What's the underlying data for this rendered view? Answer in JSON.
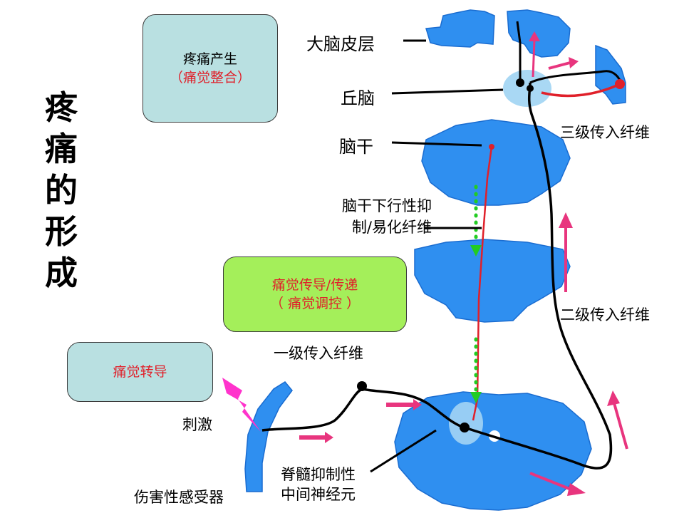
{
  "title_chars": [
    "疼",
    "痛",
    "的",
    "形",
    "成"
  ],
  "boxes": {
    "generation": {
      "line1": "疼痛产生",
      "line2": "（痛觉整合）",
      "color": "#b9e0e1"
    },
    "transmission": {
      "line1": "痛觉传导/传递",
      "line2": "（ 痛觉调控 ）",
      "color": "#a4ef5a"
    },
    "transduction": {
      "line1": "痛觉转导",
      "color": "#b9e0e1"
    }
  },
  "labels": {
    "cortex": "大脑皮层",
    "thalamus": "丘脑",
    "brainstem": "脑干",
    "descending_line1": "脑干下行性抑",
    "descending_line2": "制/易化纤维",
    "third_order": "三级传入纤维",
    "second_order": "二级传入纤维",
    "first_order": "一级传入纤维",
    "stimulus": "刺激",
    "nociceptor": "伤害性感受器",
    "interneuron_line1": "脊髓抑制性",
    "interneuron_line2": "中间神经元"
  },
  "colors": {
    "tissue": "#2f8ff0",
    "tissue_edge": "#1a6cd0",
    "pathway": "#000000",
    "descending": "#e0202a",
    "inhibition_dots": "#22cc22",
    "arrows": "#e8357e"
  }
}
